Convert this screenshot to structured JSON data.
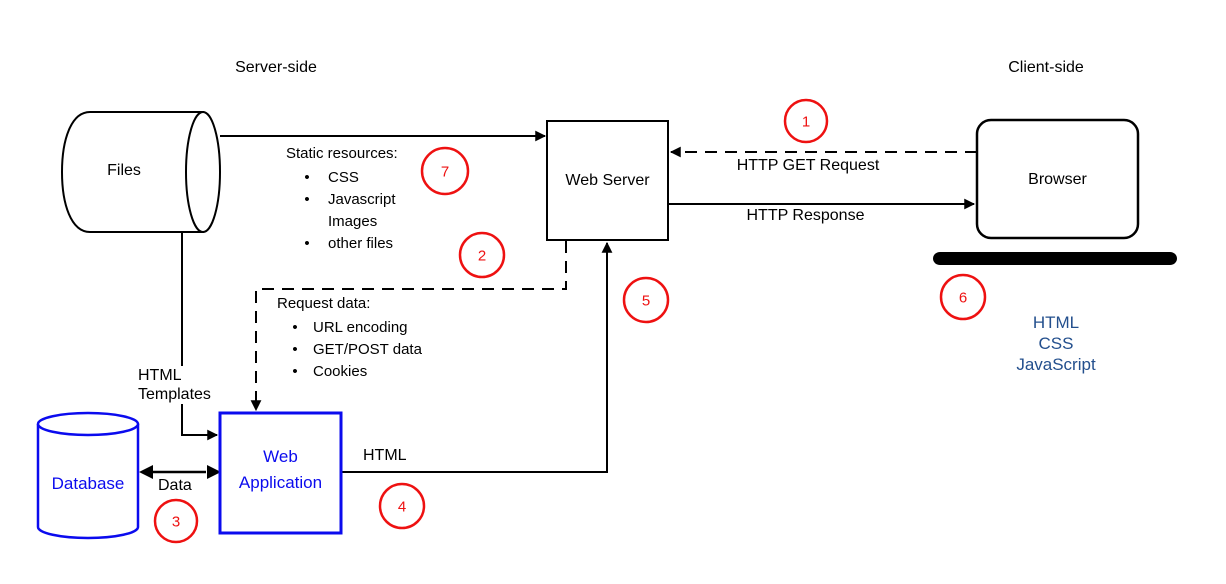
{
  "labels": {
    "server_side": "Server-side",
    "client_side": "Client-side"
  },
  "nodes": {
    "files": "Files",
    "web_server": "Web Server",
    "browser": "Browser",
    "database": "Database",
    "web_application_line1": "Web",
    "web_application_line2": "Application"
  },
  "edges": {
    "http_get_request": "HTTP GET Request",
    "http_response": "HTTP Response",
    "html_templates_line1": "HTML",
    "html_templates_line2": "Templates",
    "data": "Data",
    "html": "HTML"
  },
  "static_resources": {
    "title": "Static resources:",
    "items": [
      {
        "bullet": "•",
        "text": "CSS"
      },
      {
        "bullet": "•",
        "text": "Javascript"
      },
      {
        "bullet": "",
        "text": "Images"
      },
      {
        "bullet": "•",
        "text": "other files"
      }
    ]
  },
  "request_data": {
    "title": "Request data:",
    "items": [
      {
        "bullet": "•",
        "text": "URL encoding"
      },
      {
        "bullet": "•",
        "text": "GET/POST data"
      },
      {
        "bullet": "•",
        "text": "Cookies"
      }
    ]
  },
  "client_outputs": [
    "HTML",
    "CSS",
    "JavaScript"
  ],
  "steps": [
    "1",
    "2",
    "3",
    "4",
    "5",
    "6",
    "7"
  ],
  "colors": {
    "node_accent_blue": "#0b0bee",
    "step_red": "#ee1111",
    "client_output_blue": "#234f8d",
    "line_black": "#000000"
  }
}
